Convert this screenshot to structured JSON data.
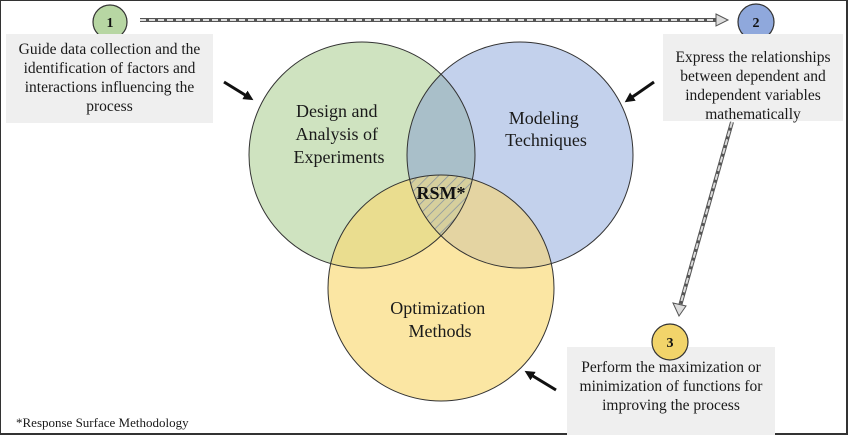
{
  "diagram": {
    "circles": [
      {
        "id": "doe",
        "label_lines": [
          "Design and",
          "Analysis of",
          "Experiments"
        ],
        "color": "#cfe3c0"
      },
      {
        "id": "modeling",
        "label_lines": [
          "Modeling",
          "Techniques"
        ],
        "color": "#c3d1ec"
      },
      {
        "id": "optimization",
        "label_lines": [
          "Optimization",
          "Methods"
        ],
        "color": "#fbe6a3"
      }
    ],
    "center_label": "RSM*",
    "steps": [
      {
        "number": "1",
        "color": "#b7d6a3",
        "text_lines": [
          "Guide data collection and the",
          "identification of factors and",
          "interactions influencing the",
          "process"
        ]
      },
      {
        "number": "2",
        "color": "#8fa8dc",
        "text_lines": [
          "Express the relationships",
          "between dependent and",
          "independent variables",
          "mathematically"
        ]
      },
      {
        "number": "3",
        "color": "#f2d46a",
        "text_lines": [
          "Perform the maximization or",
          "minimization of functions for",
          "improving the process"
        ]
      }
    ],
    "footnote": "*Response Surface Methodology"
  }
}
